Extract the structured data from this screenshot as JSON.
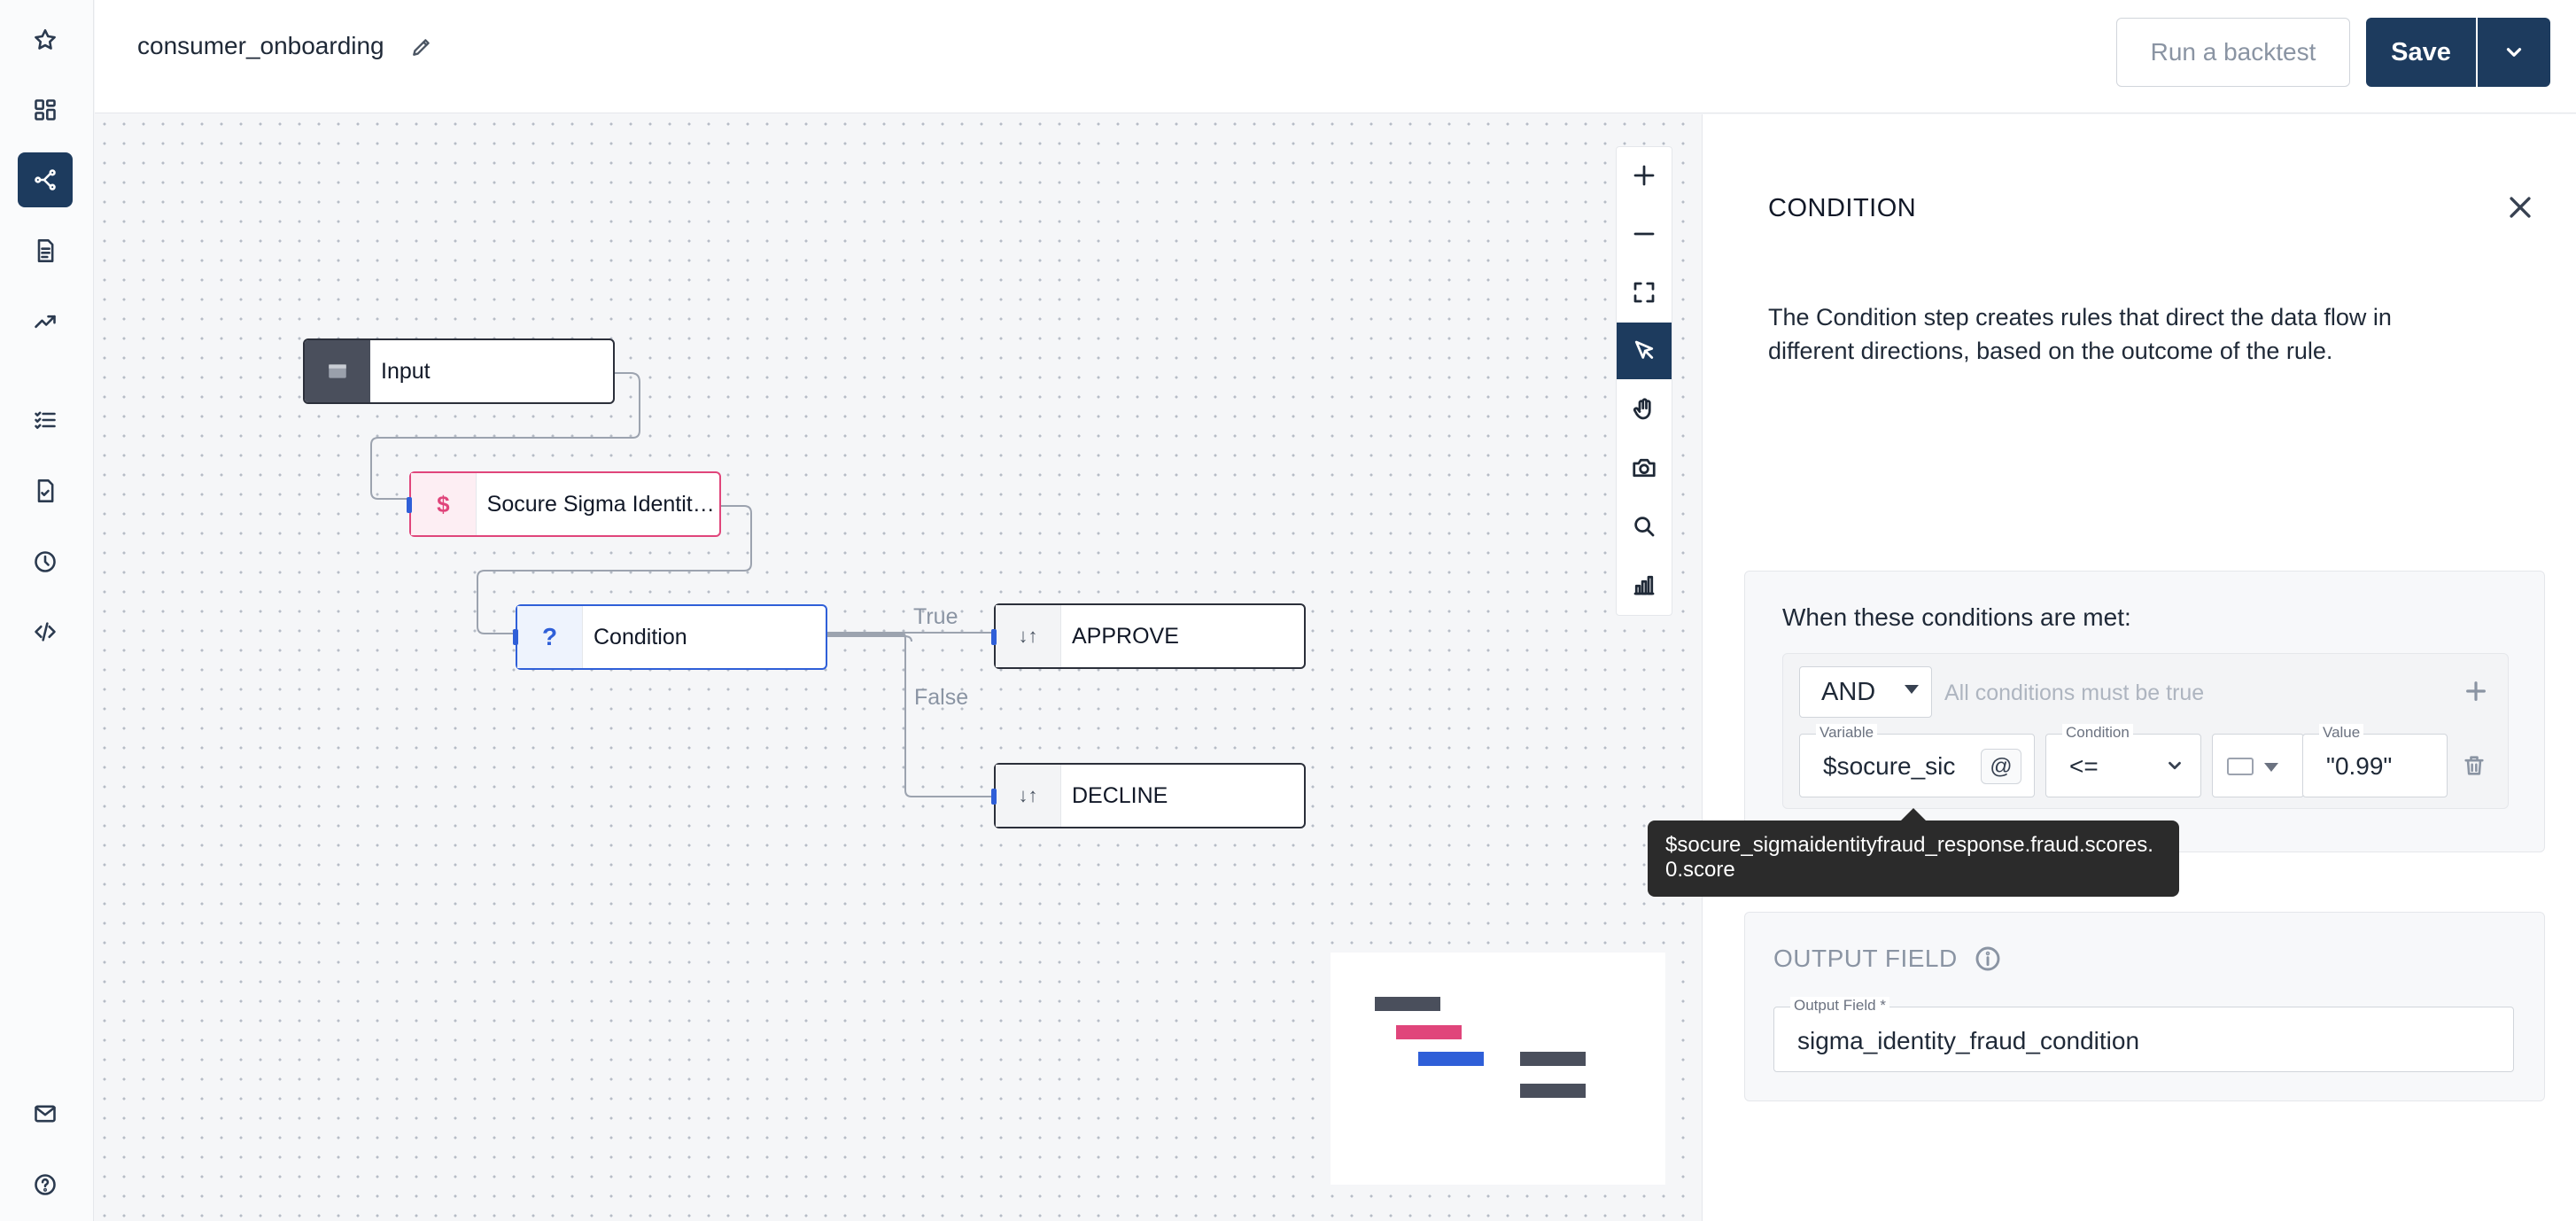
{
  "header": {
    "flow_title": "consumer_onboarding",
    "backtest_label": "Run a backtest",
    "save_label": "Save"
  },
  "sidebar": {
    "items": [
      {
        "icon": "star-icon"
      },
      {
        "icon": "dashboard-icon"
      },
      {
        "icon": "workflow-icon",
        "active": true
      },
      {
        "icon": "document-icon"
      },
      {
        "icon": "trending-icon"
      },
      {
        "icon": "checklist-icon"
      },
      {
        "icon": "file-check-icon"
      },
      {
        "icon": "clock-icon"
      },
      {
        "icon": "code-icon"
      },
      {
        "icon": "mail-icon"
      },
      {
        "icon": "help-icon"
      }
    ]
  },
  "canvas": {
    "nodes": {
      "input": {
        "label": "Input"
      },
      "socure": {
        "label": "Socure Sigma Identity...",
        "icon_text": "$"
      },
      "condition": {
        "label": "Condition",
        "icon_text": "?"
      },
      "approve": {
        "label": "APPROVE",
        "icon_text": "↓↑"
      },
      "decline": {
        "label": "DECLINE",
        "icon_text": "↓↑"
      }
    },
    "edge_labels": {
      "true_label": "True",
      "false_label": "False"
    },
    "toolbar": [
      "zoom-in-icon",
      "zoom-out-icon",
      "fit-view-icon",
      "select-icon",
      "pan-hand-icon",
      "camera-icon",
      "search-icon",
      "bar-chart-icon"
    ]
  },
  "panel": {
    "title": "CONDITION",
    "description": "The Condition step creates rules that direct the data flow in different directions, based on the outcome of the rule.",
    "conditions": {
      "heading": "When these conditions are met:",
      "operator": "AND",
      "operator_hint": "All conditions must be true",
      "rule": {
        "variable_label": "Variable",
        "variable_value": "$socure_sigmaidentityfraud_response.fraud.scores.0.score",
        "variable_display": "$socure_sic",
        "at_label": "@",
        "condition_label": "Condition",
        "condition_value": "<=",
        "value_label": "Value",
        "value_value": "\"0.99\""
      },
      "tooltip": "$socure_sigmaidentityfraud_response.fraud.scores.0.score"
    },
    "output": {
      "heading": "OUTPUT FIELD",
      "field_label": "Output Field *",
      "field_value": "sigma_identity_fraud_condition"
    }
  },
  "colors": {
    "primary": "#1d3b5e",
    "socure_accent": "#e0457b",
    "condition_accent": "#2f5fd8",
    "node_dark": "#4a4f5c"
  }
}
